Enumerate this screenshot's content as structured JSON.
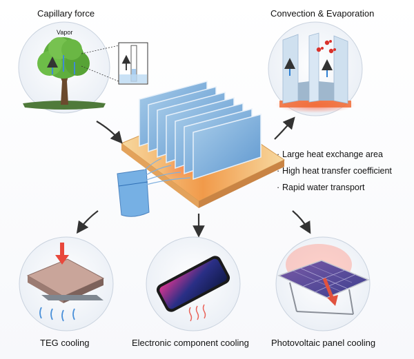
{
  "labels": {
    "capillary": "Capillary force",
    "vapor": "Vapor",
    "convection": "Convection & Evaporation",
    "teg": "TEG cooling",
    "electronic": "Electronic component cooling",
    "photovoltaic": "Photovoltaic panel cooling"
  },
  "features": [
    "Large heat exchange area",
    "High heat transfer coefficient",
    "Rapid water transport"
  ],
  "colors": {
    "fin_blue": "#7fb2df",
    "base_orange": "#f08a3a",
    "arrow_dark": "#333333",
    "heat_red": "#e8483c",
    "water_blue": "#4a90d9"
  }
}
